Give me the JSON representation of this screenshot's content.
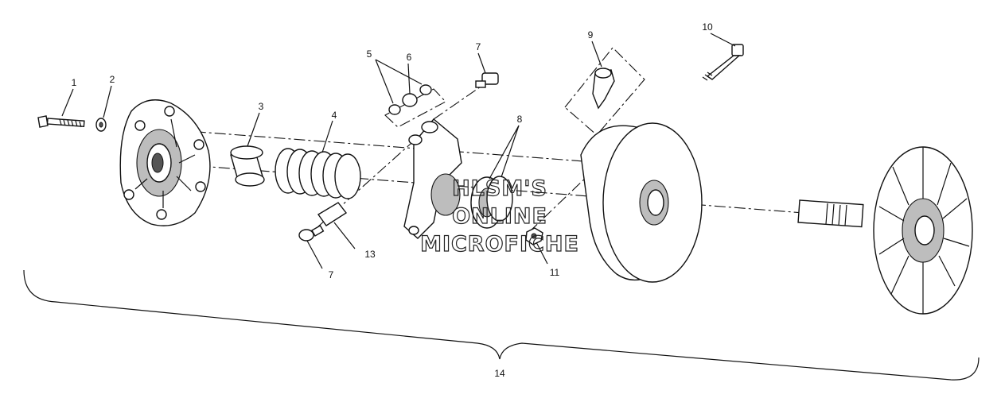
{
  "callouts": {
    "c1": "1",
    "c2": "2",
    "c3": "3",
    "c4": "4",
    "c5": "5",
    "c6": "6",
    "c7a": "7",
    "c7b": "7",
    "c8": "8",
    "c9": "9",
    "c10": "10",
    "c11": "11",
    "c13": "13",
    "c14": "14"
  },
  "watermark": {
    "line1": "HLSM'S",
    "line2": "ONLINE",
    "line3": "MICROFICHE"
  }
}
